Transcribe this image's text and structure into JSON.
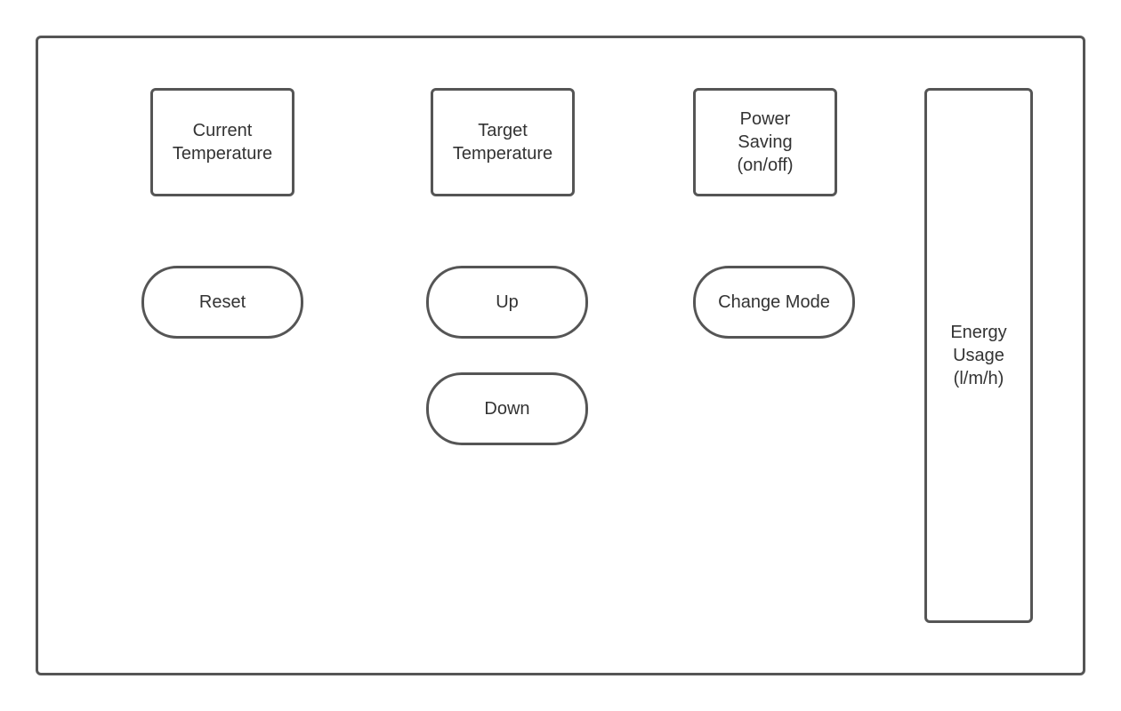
{
  "displays": {
    "current_temperature": "Current\nTemperature",
    "target_temperature": "Target\nTemperature",
    "power_saving": "Power\nSaving\n(on/off)",
    "energy_usage": "Energy\nUsage\n(l/m/h)"
  },
  "buttons": {
    "reset": "Reset",
    "up": "Up",
    "down": "Down",
    "change_mode": "Change Mode"
  }
}
